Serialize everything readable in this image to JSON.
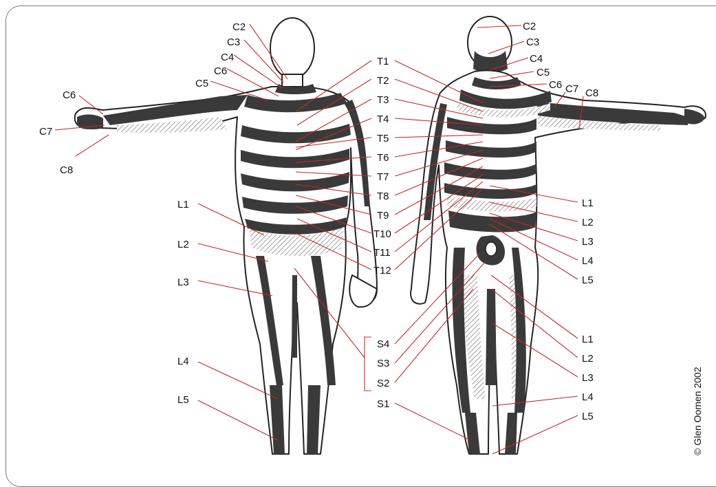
{
  "figure": {
    "front_labels": {
      "C2": "C2",
      "C3": "C3",
      "C4": "C4",
      "C6a": "C6",
      "C5": "C5",
      "C6hand": "C6",
      "C7hand": "C7",
      "C8hand": "C8",
      "L1": "L1",
      "L2": "L2",
      "L3": "L3",
      "L4": "L4",
      "L5": "L5"
    },
    "center_labels": [
      "T1",
      "T2",
      "T3",
      "T4",
      "T5",
      "T6",
      "T7",
      "T8",
      "T9",
      "T10",
      "T11",
      "T12"
    ],
    "sacral_labels": [
      "S4",
      "S3",
      "S2",
      "S1"
    ],
    "back_labels": {
      "C2": "C2",
      "C3": "C3",
      "C4": "C4",
      "C5": "C5",
      "C6": "C6",
      "C7": "C7",
      "C8": "C8",
      "L1": "L1",
      "L2": "L2",
      "L3": "L3",
      "L4": "L4",
      "L5": "L5",
      "L1b": "L1",
      "L2b": "L2",
      "L3b": "L3",
      "L4b": "L4",
      "L5b": "L5"
    },
    "credit": "© Glen Oomen 2002",
    "colors": {
      "leader": "#c62828",
      "band": "#3a3a3a",
      "frame": "#7a7a7a"
    }
  }
}
